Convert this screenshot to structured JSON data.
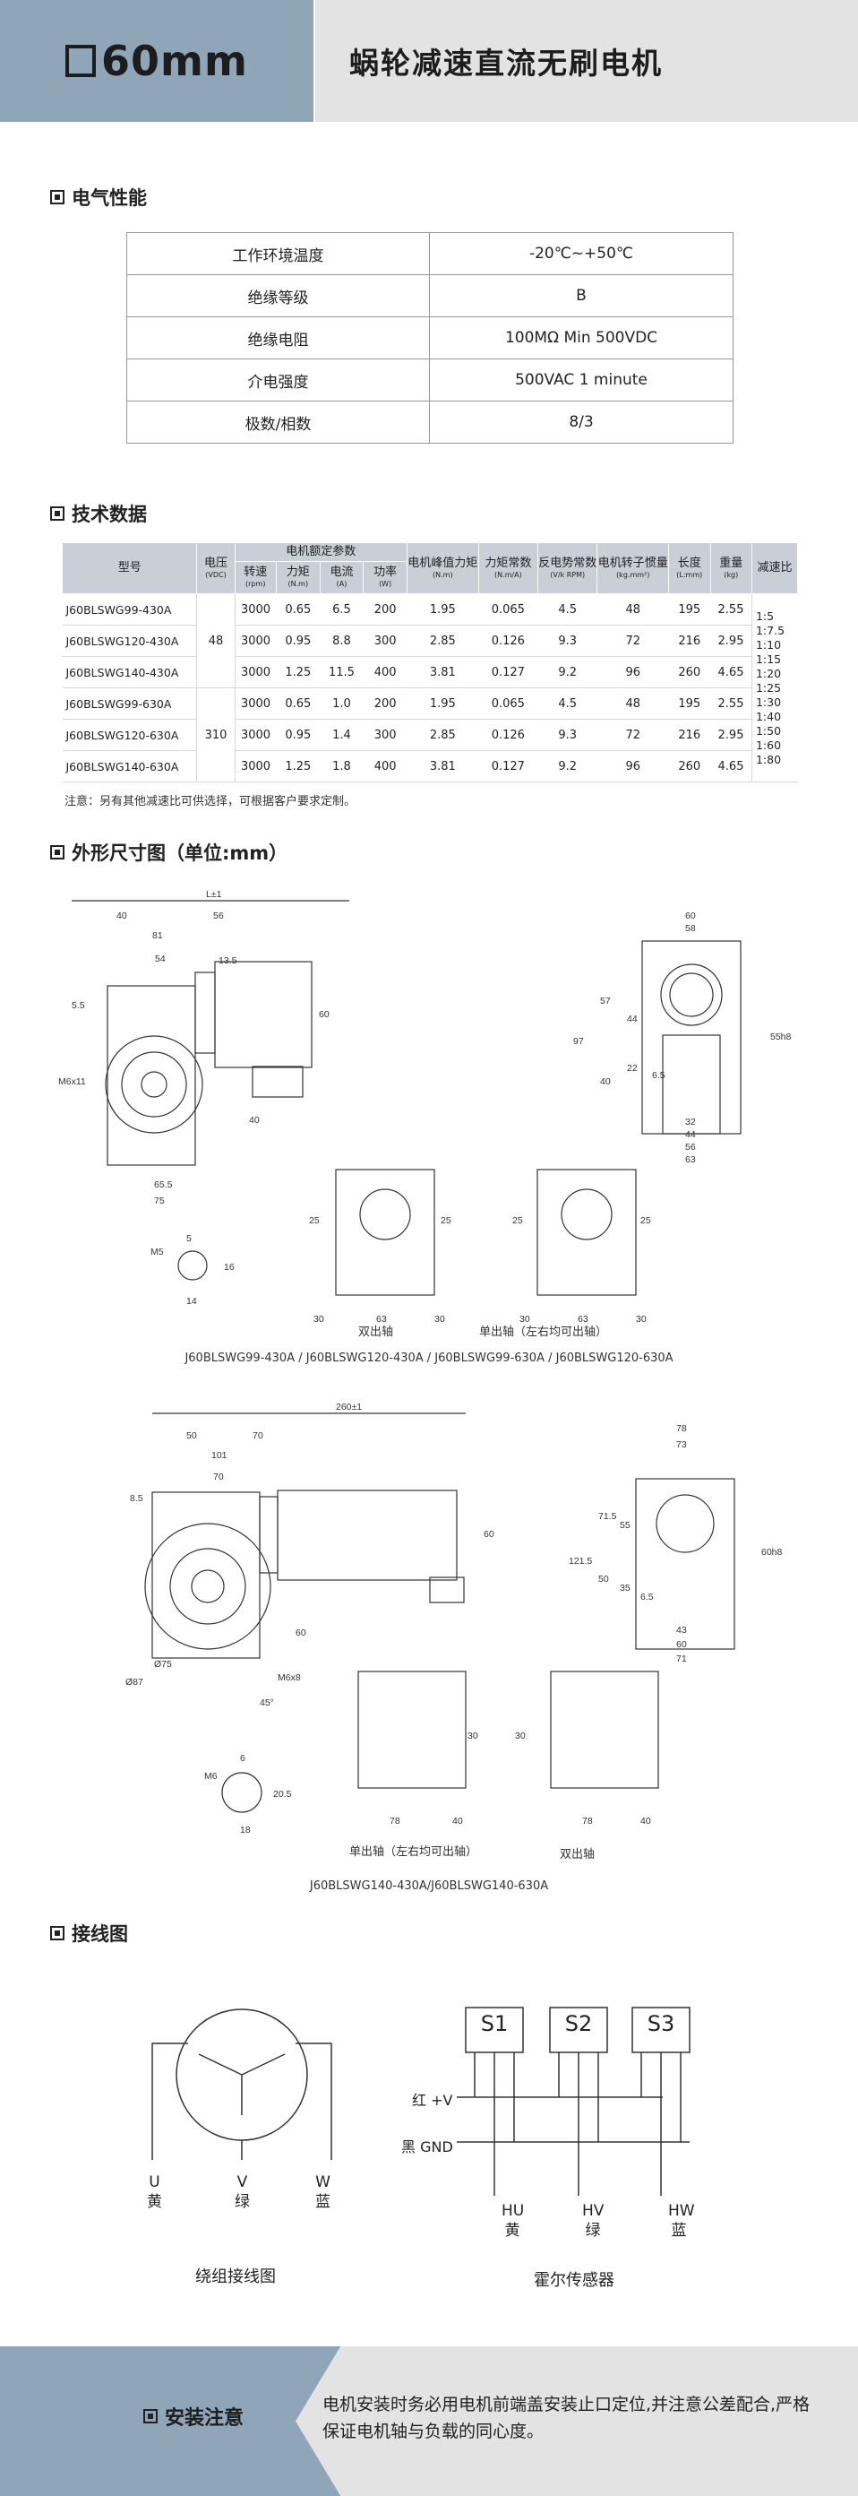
{
  "header": {
    "size_title": "60mm",
    "product_title": "蜗轮减速直流无刷电机"
  },
  "sections": {
    "electrical": "电气性能",
    "tech": "技术数据",
    "dimensions": "外形尺寸图（单位:mm）",
    "wiring": "接线图",
    "install": "安装注意"
  },
  "electrical_table": [
    {
      "key": "工作环境温度",
      "value": "-20℃~+50℃"
    },
    {
      "key": "绝缘等级",
      "value": "B"
    },
    {
      "key": "绝缘电阻",
      "value": "100MΩ Min 500VDC"
    },
    {
      "key": "介电强度",
      "value": "500VAC 1 minute"
    },
    {
      "key": "极数/相数",
      "value": "8/3"
    }
  ],
  "tech_table": {
    "h_model": "型号",
    "h_voltage": "电压",
    "h_voltage_unit": "(VDC)",
    "h_rated": "电机额定参数",
    "h_speed": "转速",
    "h_speed_unit": "(rpm)",
    "h_torque": "力矩",
    "h_torque_unit": "(N.m)",
    "h_current": "电流",
    "h_current_unit": "(A)",
    "h_power": "功率",
    "h_power_unit": "(W)",
    "h_peak": "电机峰值力矩",
    "h_peak_unit": "(N.m)",
    "h_kt": "力矩常数",
    "h_kt_unit": "(N.m/A)",
    "h_ke": "反电势常数",
    "h_ke_unit": "(V/k RPM)",
    "h_inertia": "电机转子惯量",
    "h_inertia_unit": "(kg.mm²)",
    "h_length": "长度",
    "h_length_unit": "(L:mm)",
    "h_weight": "重量",
    "h_weight_unit": "(kg)",
    "h_ratio": "减速比",
    "voltage_groups": [
      "48",
      "310"
    ],
    "rows": [
      [
        "J60BLSWG99-430A",
        "3000",
        "0.65",
        "6.5",
        "200",
        "1.95",
        "0.065",
        "4.5",
        "48",
        "195",
        "2.55"
      ],
      [
        "J60BLSWG120-430A",
        "3000",
        "0.95",
        "8.8",
        "300",
        "2.85",
        "0.126",
        "9.3",
        "72",
        "216",
        "2.95"
      ],
      [
        "J60BLSWG140-430A",
        "3000",
        "1.25",
        "11.5",
        "400",
        "3.81",
        "0.127",
        "9.2",
        "96",
        "260",
        "4.65"
      ],
      [
        "J60BLSWG99-630A",
        "3000",
        "0.65",
        "1.0",
        "200",
        "1.95",
        "0.065",
        "4.5",
        "48",
        "195",
        "2.55"
      ],
      [
        "J60BLSWG120-630A",
        "3000",
        "0.95",
        "1.4",
        "300",
        "2.85",
        "0.126",
        "9.3",
        "72",
        "216",
        "2.95"
      ],
      [
        "J60BLSWG140-630A",
        "3000",
        "1.25",
        "1.8",
        "400",
        "3.81",
        "0.127",
        "9.2",
        "96",
        "260",
        "4.65"
      ]
    ],
    "ratios": [
      "1:5",
      "1:7.5",
      "1:10",
      "1:15",
      "1:20",
      "1:25",
      "1:30",
      "1:40",
      "1:50",
      "1:60",
      "1:80"
    ],
    "note": "注意：另有其他减速比可供选择，可根据客户要求定制。"
  },
  "drawing1": {
    "caption": "J60BLSWG99-430A / J60BLSWG120-430A / J60BLSWG99-630A  / J60BLSWG120-630A",
    "double_shaft": "双出轴",
    "single_shaft": "单出轴（左右均可出轴）",
    "dims": [
      "L±1",
      "40",
      "56",
      "81",
      "54",
      "5.5",
      "13.5",
      "M6x11",
      "60",
      "40",
      "65.5",
      "75",
      "60",
      "58",
      "57",
      "44",
      "97",
      "22",
      "40",
      "6.5",
      "32",
      "44",
      "56",
      "63",
      "55h8",
      "25",
      "25",
      "30",
      "63",
      "30",
      "25",
      "25",
      "30",
      "63",
      "30",
      "5",
      "M5",
      "16",
      "14"
    ]
  },
  "drawing2": {
    "caption": "J60BLSWG140-430A/J60BLSWG140-630A",
    "double_shaft": "双出轴",
    "single_shaft": "单出轴（左右均可出轴）",
    "dims": [
      "260±1",
      "50",
      "70",
      "101",
      "70",
      "8.5",
      "60",
      "60",
      "Ø75",
      "Ø87",
      "M6x8",
      "45°",
      "78",
      "73",
      "71.5",
      "55",
      "121.5",
      "50",
      "35",
      "6.5",
      "43",
      "60",
      "71",
      "60h8",
      "30",
      "78",
      "40",
      "30",
      "78",
      "40",
      "6",
      "M6",
      "20.5",
      "18"
    ]
  },
  "wiring": {
    "winding_caption": "绕组接线图",
    "hall_caption": "霍尔传感器",
    "u": "U",
    "u_color": "黄",
    "v": "V",
    "v_color": "绿",
    "w": "W",
    "w_color": "蓝",
    "s1": "S1",
    "s2": "S2",
    "s3": "S3",
    "red_v": "红 +V",
    "black_gnd": "黑 GND",
    "hu": "HU",
    "hu_color": "黄",
    "hv": "HV",
    "hv_color": "绿",
    "hw": "HW",
    "hw_color": "蓝"
  },
  "install": {
    "text": "电机安装时务必用电机前端盖安装止口定位,并注意公差配合,严格保证电机轴与负载的同心度。"
  }
}
